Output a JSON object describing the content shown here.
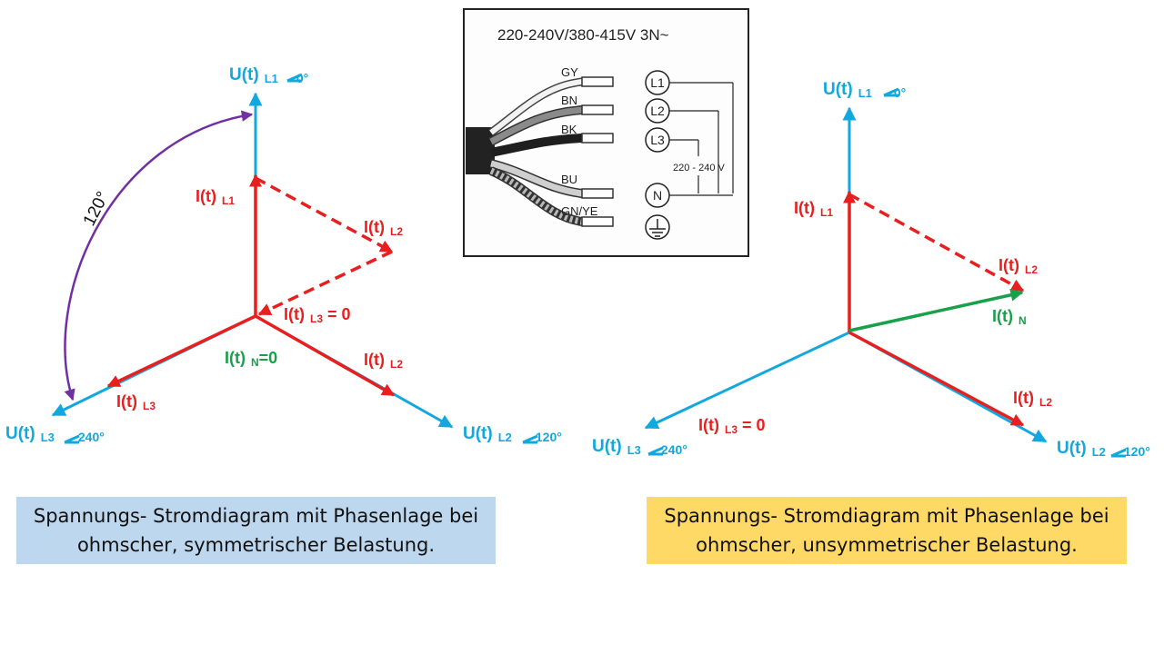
{
  "colors": {
    "voltage": "#12a8dd",
    "current": "#e81f1f",
    "neutral": "#18a04a",
    "angle": "#7030a0",
    "caption_left": "#bdd7ee",
    "caption_right": "#ffd966"
  },
  "left": {
    "u_l1": {
      "main": "U(t)",
      "sub": "L1",
      "angle": "0°"
    },
    "u_l2": {
      "main": "U(t)",
      "sub": "L2",
      "angle": "120°"
    },
    "u_l3": {
      "main": "U(t)",
      "sub": "L3",
      "angle": "240°"
    },
    "i_l1": {
      "main": "I(t)",
      "sub": "L1"
    },
    "i_l2_dashed": {
      "main": "I(t)",
      "sub": "L2"
    },
    "i_l3_dashed": {
      "main": "I(t)",
      "sub": "L3",
      "suffix": " = 0"
    },
    "i_l2": {
      "main": "I(t)",
      "sub": "L2"
    },
    "i_l3": {
      "main": "I(t)",
      "sub": "L3"
    },
    "i_n": {
      "main": "I(t)",
      "sub": "N",
      "suffix": "=0"
    },
    "angle_label": "120°"
  },
  "right": {
    "u_l1": {
      "main": "U(t)",
      "sub": "L1",
      "angle": "0°"
    },
    "u_l2": {
      "main": "U(t)",
      "sub": "L2",
      "angle": "120°"
    },
    "u_l3": {
      "main": "U(t)",
      "sub": "L3",
      "angle": "240°"
    },
    "i_l1": {
      "main": "I(t)",
      "sub": "L1"
    },
    "i_l2_dashed": {
      "main": "I(t)",
      "sub": "L2"
    },
    "i_n": {
      "main": "I(t)",
      "sub": "N"
    },
    "i_l2": {
      "main": "I(t)",
      "sub": "L2"
    },
    "i_l3": {
      "main": "I(t)",
      "sub": "L3",
      "suffix": " = 0"
    }
  },
  "terminal": {
    "title": "220-240V/380-415V 3N~",
    "wires": [
      "GY",
      "BN",
      "BK",
      "BU",
      "GN/YE"
    ],
    "terminals": [
      "L1",
      "L2",
      "L3",
      "N"
    ],
    "voltage": "220 - 240 V"
  },
  "captions": {
    "left": [
      "Spannungs- Stromdiagram mit Phasenlage bei",
      "ohmscher, symmetrischer Belastung."
    ],
    "right": [
      "Spannungs- Stromdiagram mit Phasenlage bei",
      "ohmscher, unsymmetrischer Belastung."
    ]
  }
}
